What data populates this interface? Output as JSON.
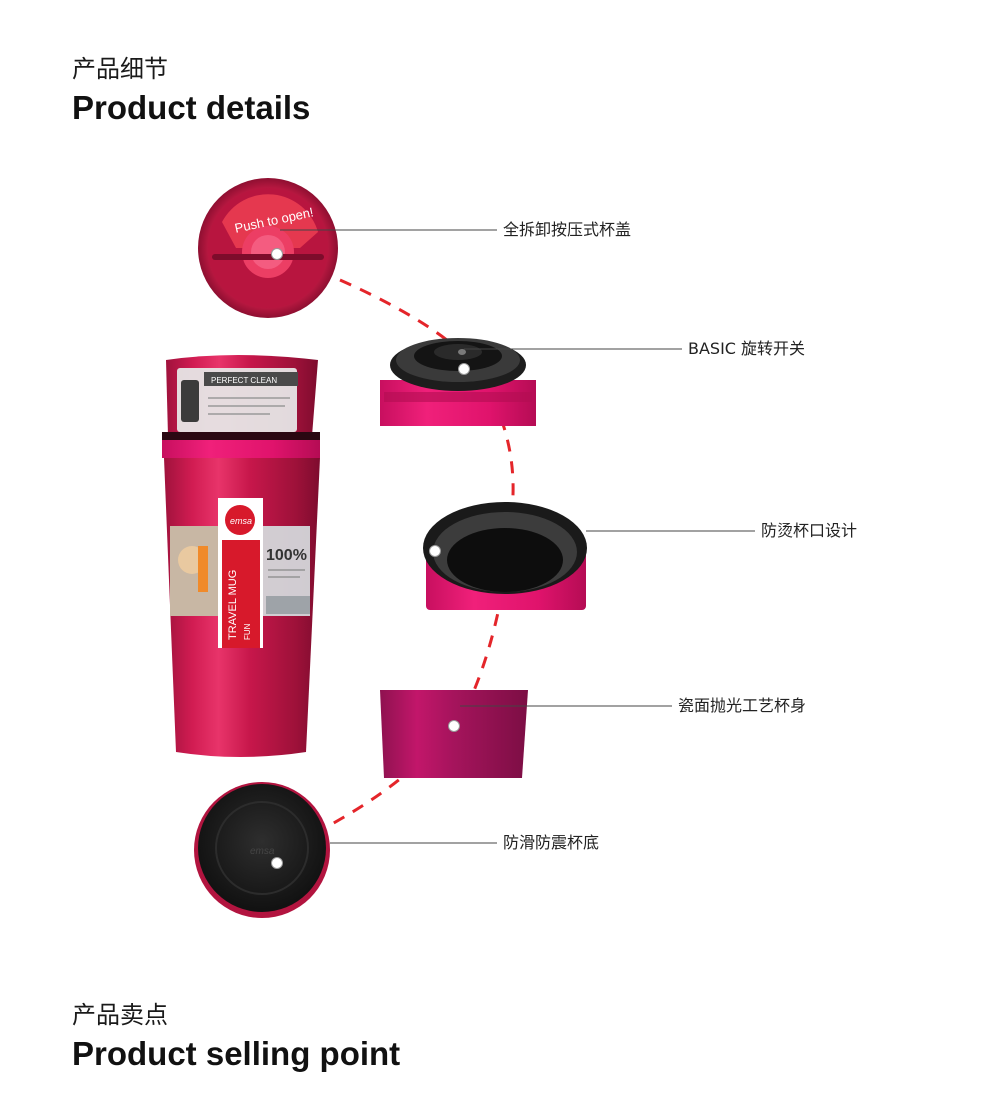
{
  "header": {
    "title_cn": "产品细节",
    "title_en": "Product details"
  },
  "mug": {
    "brand": "emsa",
    "label_perfect_clean": "PERFECT CLEAN",
    "label_side": "TRAVEL MUG",
    "label_side_sub": "FUN",
    "label_percent": "100%",
    "lid_text": "Push to open!"
  },
  "callouts": [
    {
      "text": "全拆卸按压式杯盖"
    },
    {
      "text": "BASIC 旋转开关"
    },
    {
      "text": "防烫杯口设计"
    },
    {
      "text": "瓷面抛光工艺杯身"
    },
    {
      "text": "防滑防震杯底"
    }
  ],
  "footer": {
    "title_cn": "产品卖点",
    "title_en": "Product selling point"
  },
  "colors": {
    "mug_body": "#c8184f",
    "mug_pink": "#e2106b",
    "dash_red": "#e4252a",
    "rubber_black": "#1b1b1b"
  }
}
